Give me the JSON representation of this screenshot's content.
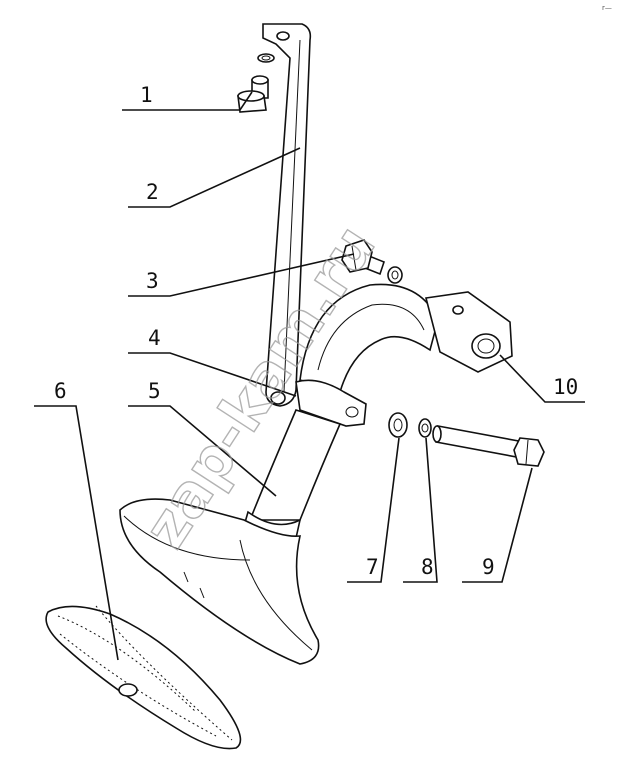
{
  "watermark": "zap-kam.ru",
  "corner_mark": "r—",
  "callouts": [
    {
      "id": "callout-1",
      "label": "1"
    },
    {
      "id": "callout-2",
      "label": "2"
    },
    {
      "id": "callout-3",
      "label": "3"
    },
    {
      "id": "callout-4",
      "label": "4"
    },
    {
      "id": "callout-5",
      "label": "5"
    },
    {
      "id": "callout-6",
      "label": "6"
    },
    {
      "id": "callout-7",
      "label": "7"
    },
    {
      "id": "callout-8",
      "label": "8"
    },
    {
      "id": "callout-9",
      "label": "9"
    },
    {
      "id": "callout-10",
      "label": "10"
    }
  ]
}
